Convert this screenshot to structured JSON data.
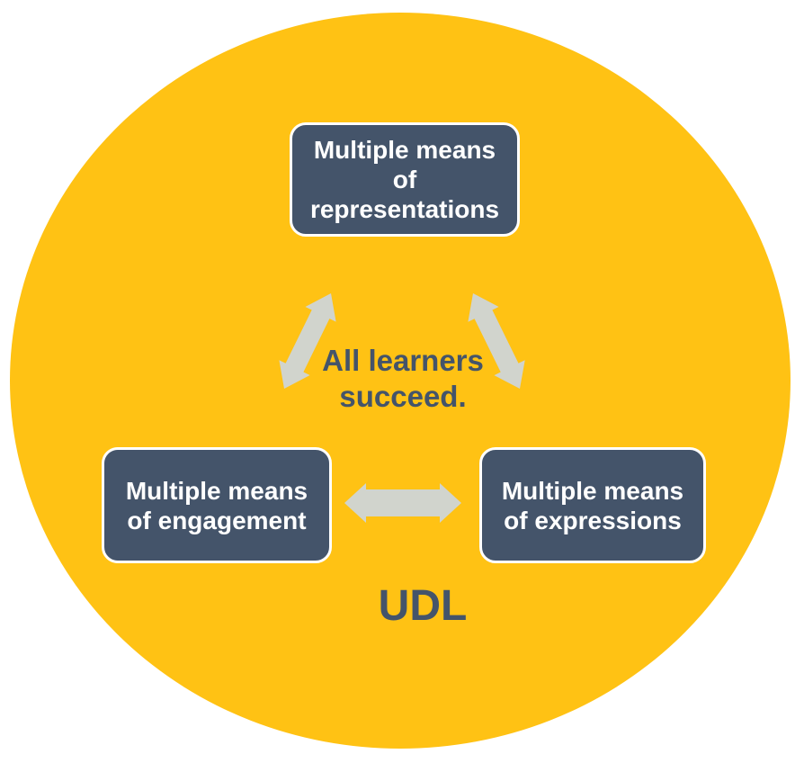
{
  "diagram": {
    "title": "UDL",
    "center_text": "All learners\nsucceed.",
    "nodes": [
      {
        "id": "representations",
        "label": "Multiple means\nof\nrepresentations"
      },
      {
        "id": "engagement",
        "label": "Multiple means\nof engagement"
      },
      {
        "id": "expressions",
        "label": "Multiple means\nof expressions"
      }
    ],
    "arrows": [
      {
        "id": "representations-engagement",
        "type": "double-headed",
        "between": [
          "representations",
          "engagement"
        ]
      },
      {
        "id": "representations-expressions",
        "type": "double-headed",
        "between": [
          "representations",
          "expressions"
        ]
      },
      {
        "id": "engagement-expressions",
        "type": "double-headed",
        "between": [
          "engagement",
          "expressions"
        ]
      }
    ],
    "colors": {
      "circle_fill": "#FFC214",
      "node_fill": "#44546A",
      "node_border": "#FFFFFF",
      "node_text": "#FFFFFF",
      "arrow_fill": "#D1D4CD",
      "dark_text": "#44546A",
      "background": "#FFFFFF"
    }
  }
}
